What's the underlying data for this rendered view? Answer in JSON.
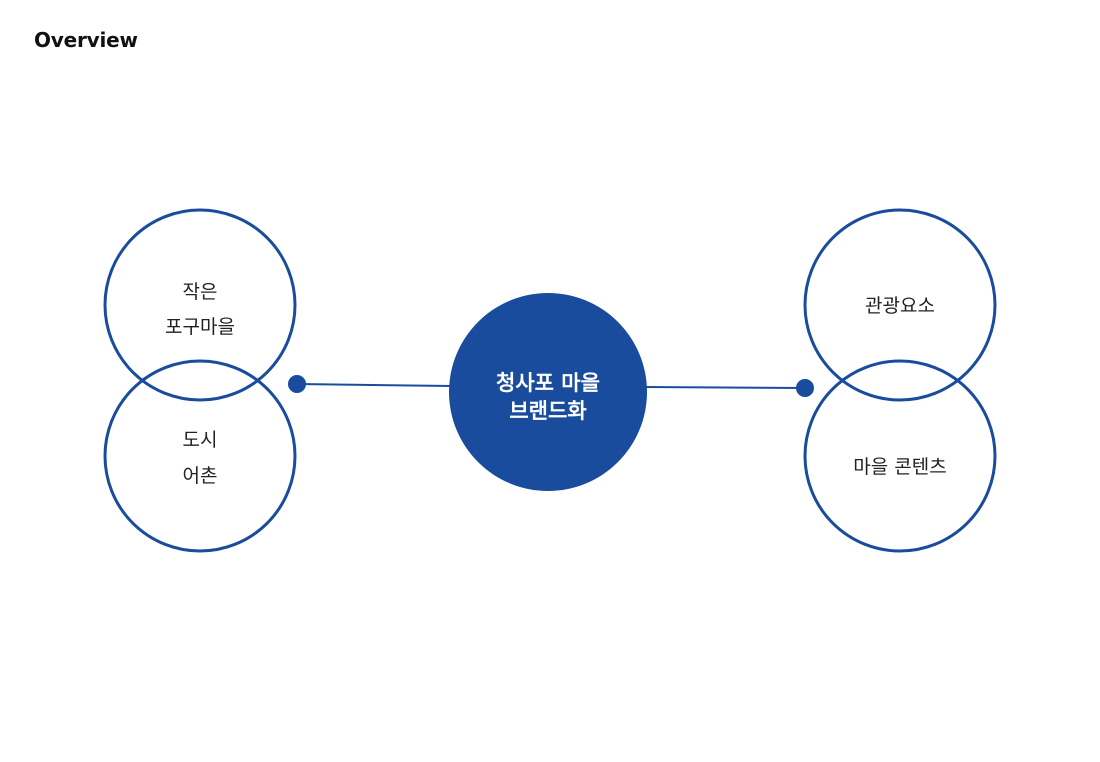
{
  "header": {
    "title": "Overview"
  },
  "diagram": {
    "center": {
      "line1": "청사포 마을",
      "line2": "브랜드화"
    },
    "left_top": {
      "line1": "작은",
      "line2": "포구마을"
    },
    "left_bottom": {
      "line1": "도시",
      "line2": "어촌"
    },
    "right_top": {
      "line1": "관광요소"
    },
    "right_bottom": {
      "line1": "마을 콘텐츠"
    }
  },
  "colors": {
    "primary_blue": "#1a4c9e",
    "text": "#222222"
  }
}
